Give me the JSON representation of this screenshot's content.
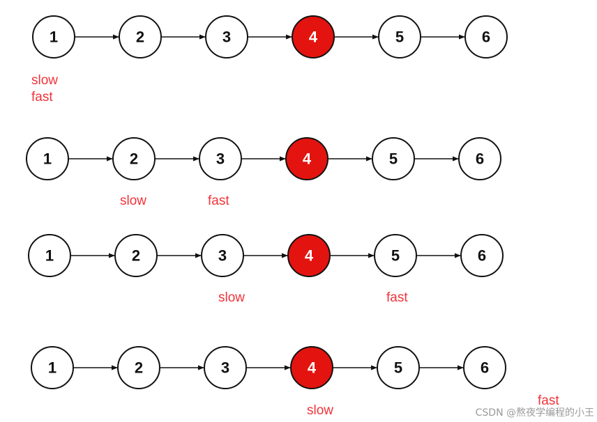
{
  "colors": {
    "highlight_fill": "#e3140f",
    "node_fill": "#ffffff",
    "node_stroke": "#111111",
    "node_text": "#111111",
    "highlight_text": "#ffffff",
    "label_color": "#f0333a",
    "watermark_color": "#9a9a9a"
  },
  "rows": [
    {
      "nodes": [
        "1",
        "2",
        "3",
        "4",
        "5",
        "6"
      ],
      "highlight_index": 3,
      "pointers": [
        {
          "text": "slow",
          "node_index": 0
        },
        {
          "text": "fast",
          "node_index": 0
        }
      ]
    },
    {
      "nodes": [
        "1",
        "2",
        "3",
        "4",
        "5",
        "6"
      ],
      "highlight_index": 3,
      "pointers": [
        {
          "text": "slow",
          "node_index": 1
        },
        {
          "text": "fast",
          "node_index": 2
        }
      ]
    },
    {
      "nodes": [
        "1",
        "2",
        "3",
        "4",
        "5",
        "6"
      ],
      "highlight_index": 3,
      "pointers": [
        {
          "text": "slow",
          "node_index": 2
        },
        {
          "text": "fast",
          "node_index": 4
        }
      ]
    },
    {
      "nodes": [
        "1",
        "2",
        "3",
        "4",
        "5",
        "6"
      ],
      "highlight_index": 3,
      "pointers": [
        {
          "text": "slow",
          "node_index": 3
        },
        {
          "text": "fast",
          "node_index": null
        }
      ]
    }
  ],
  "watermark": "CSDN @熬夜学编程的小王"
}
